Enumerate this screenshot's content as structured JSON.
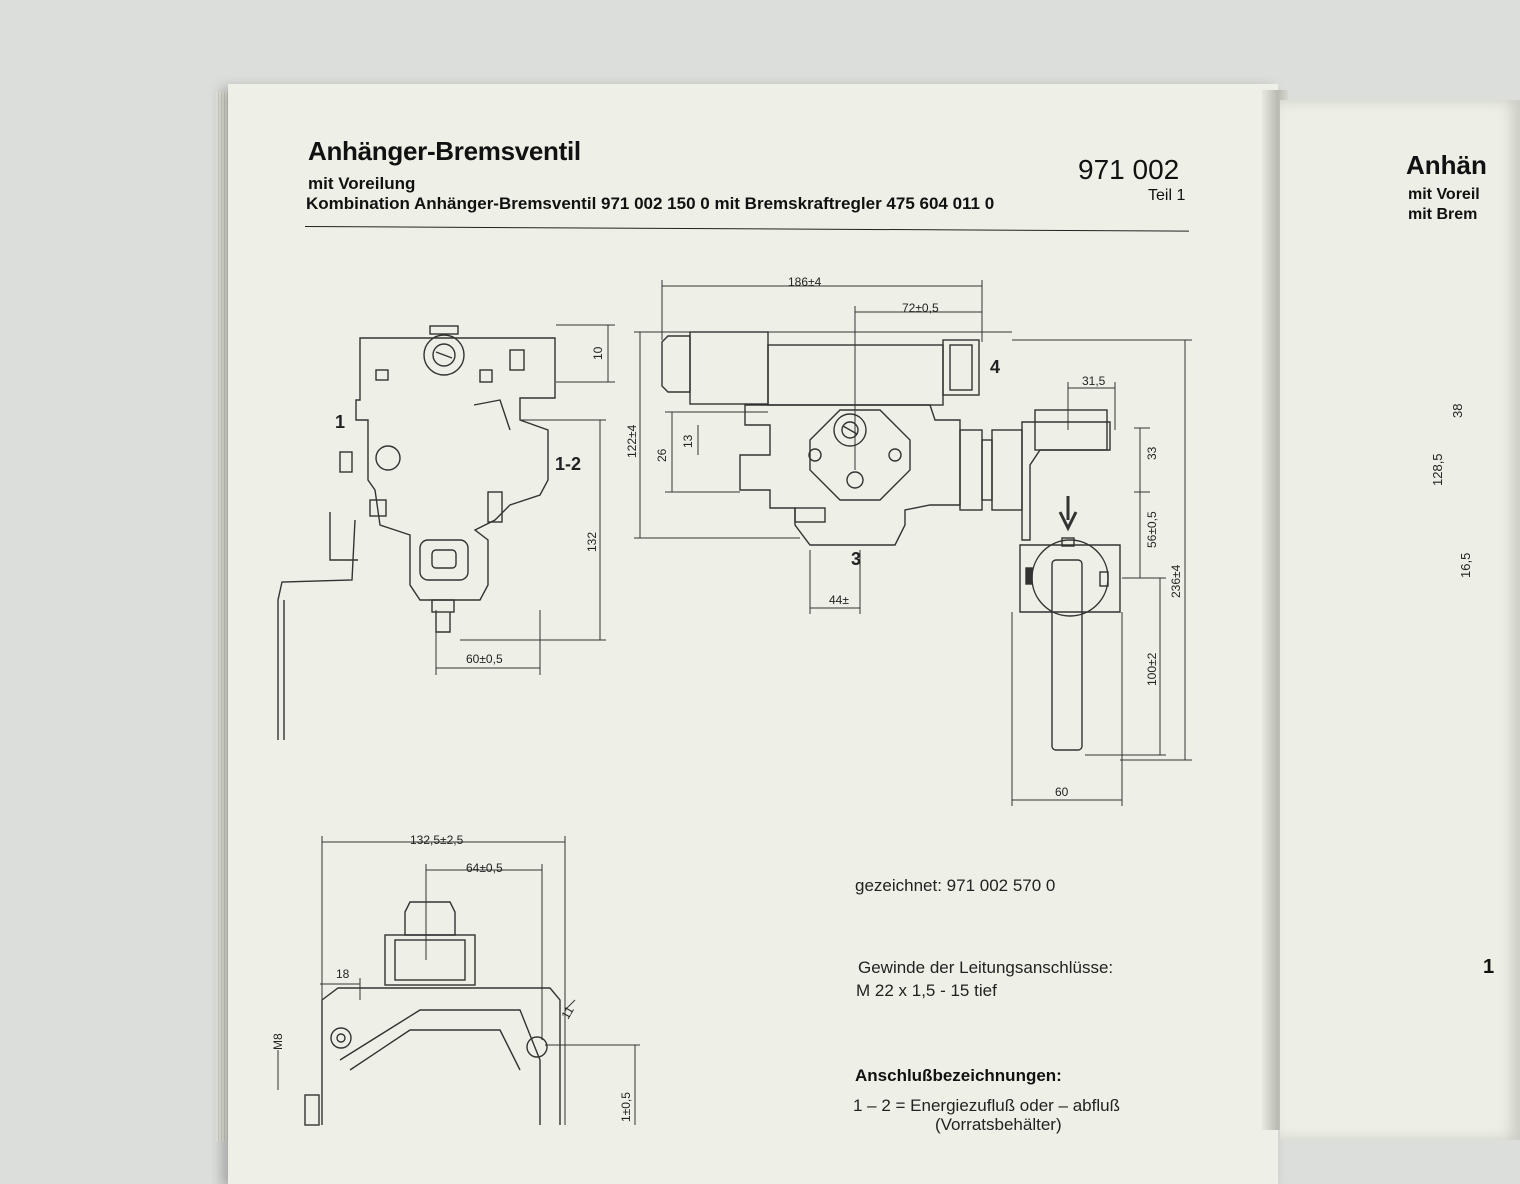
{
  "header": {
    "title": "Anhänger-Bremsventil",
    "subtitle": "mit Voreilung",
    "combination": "Kombination Anhänger-Bremsventil 971 002 150 0 mit Bremskraftregler 475 604 011 0",
    "number": "971 002",
    "part": "Teil 1"
  },
  "right_page": {
    "title": "Anhän",
    "sub1": "mit Voreil",
    "sub2": "mit Brem",
    "dims": [
      "38",
      "128,5",
      "16,5"
    ],
    "marker": "1"
  },
  "drawing_left": {
    "port_labels": [
      "1",
      "1-2"
    ],
    "dims": [
      "10",
      "132",
      "60±0,5"
    ]
  },
  "drawing_main": {
    "port_labels": [
      "4",
      "3"
    ],
    "dims": [
      "186±4",
      "72±0,5",
      "31,5",
      "122±4",
      "26",
      "13",
      "33",
      "56±0,5",
      "236±4",
      "100±2",
      "44±",
      "60"
    ]
  },
  "drawing_bottom": {
    "dims": [
      "132,5±2,5",
      "64±0,5",
      "18",
      "M8",
      "11",
      "1±0,5"
    ]
  },
  "notes": {
    "drawn": "gezeichnet: 971 002 570 0",
    "thread_heading": "Gewinde der Leitungsanschlüsse:",
    "thread_value": "M 22 x 1,5 - 15 tief",
    "connections_heading": "Anschlußbezeichnungen:",
    "connection_1": "1 – 2  =  Energiezufluß oder  – abfluß",
    "connection_1_cont": "(Vorratsbehälter)"
  }
}
